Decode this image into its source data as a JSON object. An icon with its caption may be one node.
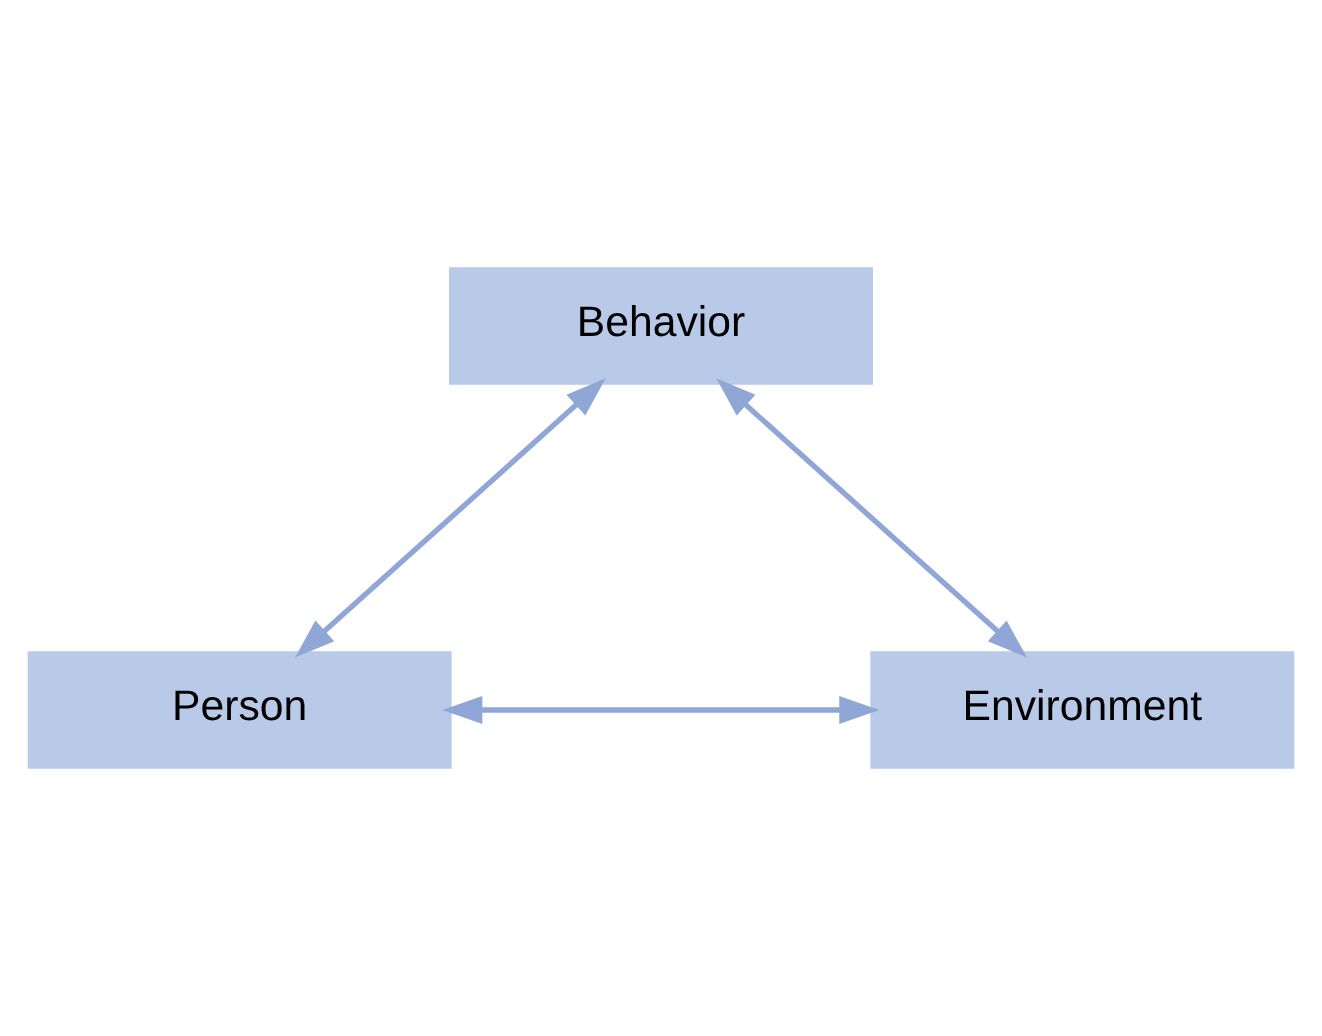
{
  "diagram": {
    "nodes": [
      {
        "text": [
          "Behavior"
        ]
      },
      {
        "text": [
          "Person"
        ]
      },
      {
        "text": [
          "Environment"
        ]
      }
    ],
    "edges": [
      {
        "from": 0,
        "to": 1,
        "arrow": "both"
      },
      {
        "from": 0,
        "to": 2,
        "arrow": "both"
      },
      {
        "from": 1,
        "to": 2,
        "arrow": "both"
      }
    ]
  }
}
